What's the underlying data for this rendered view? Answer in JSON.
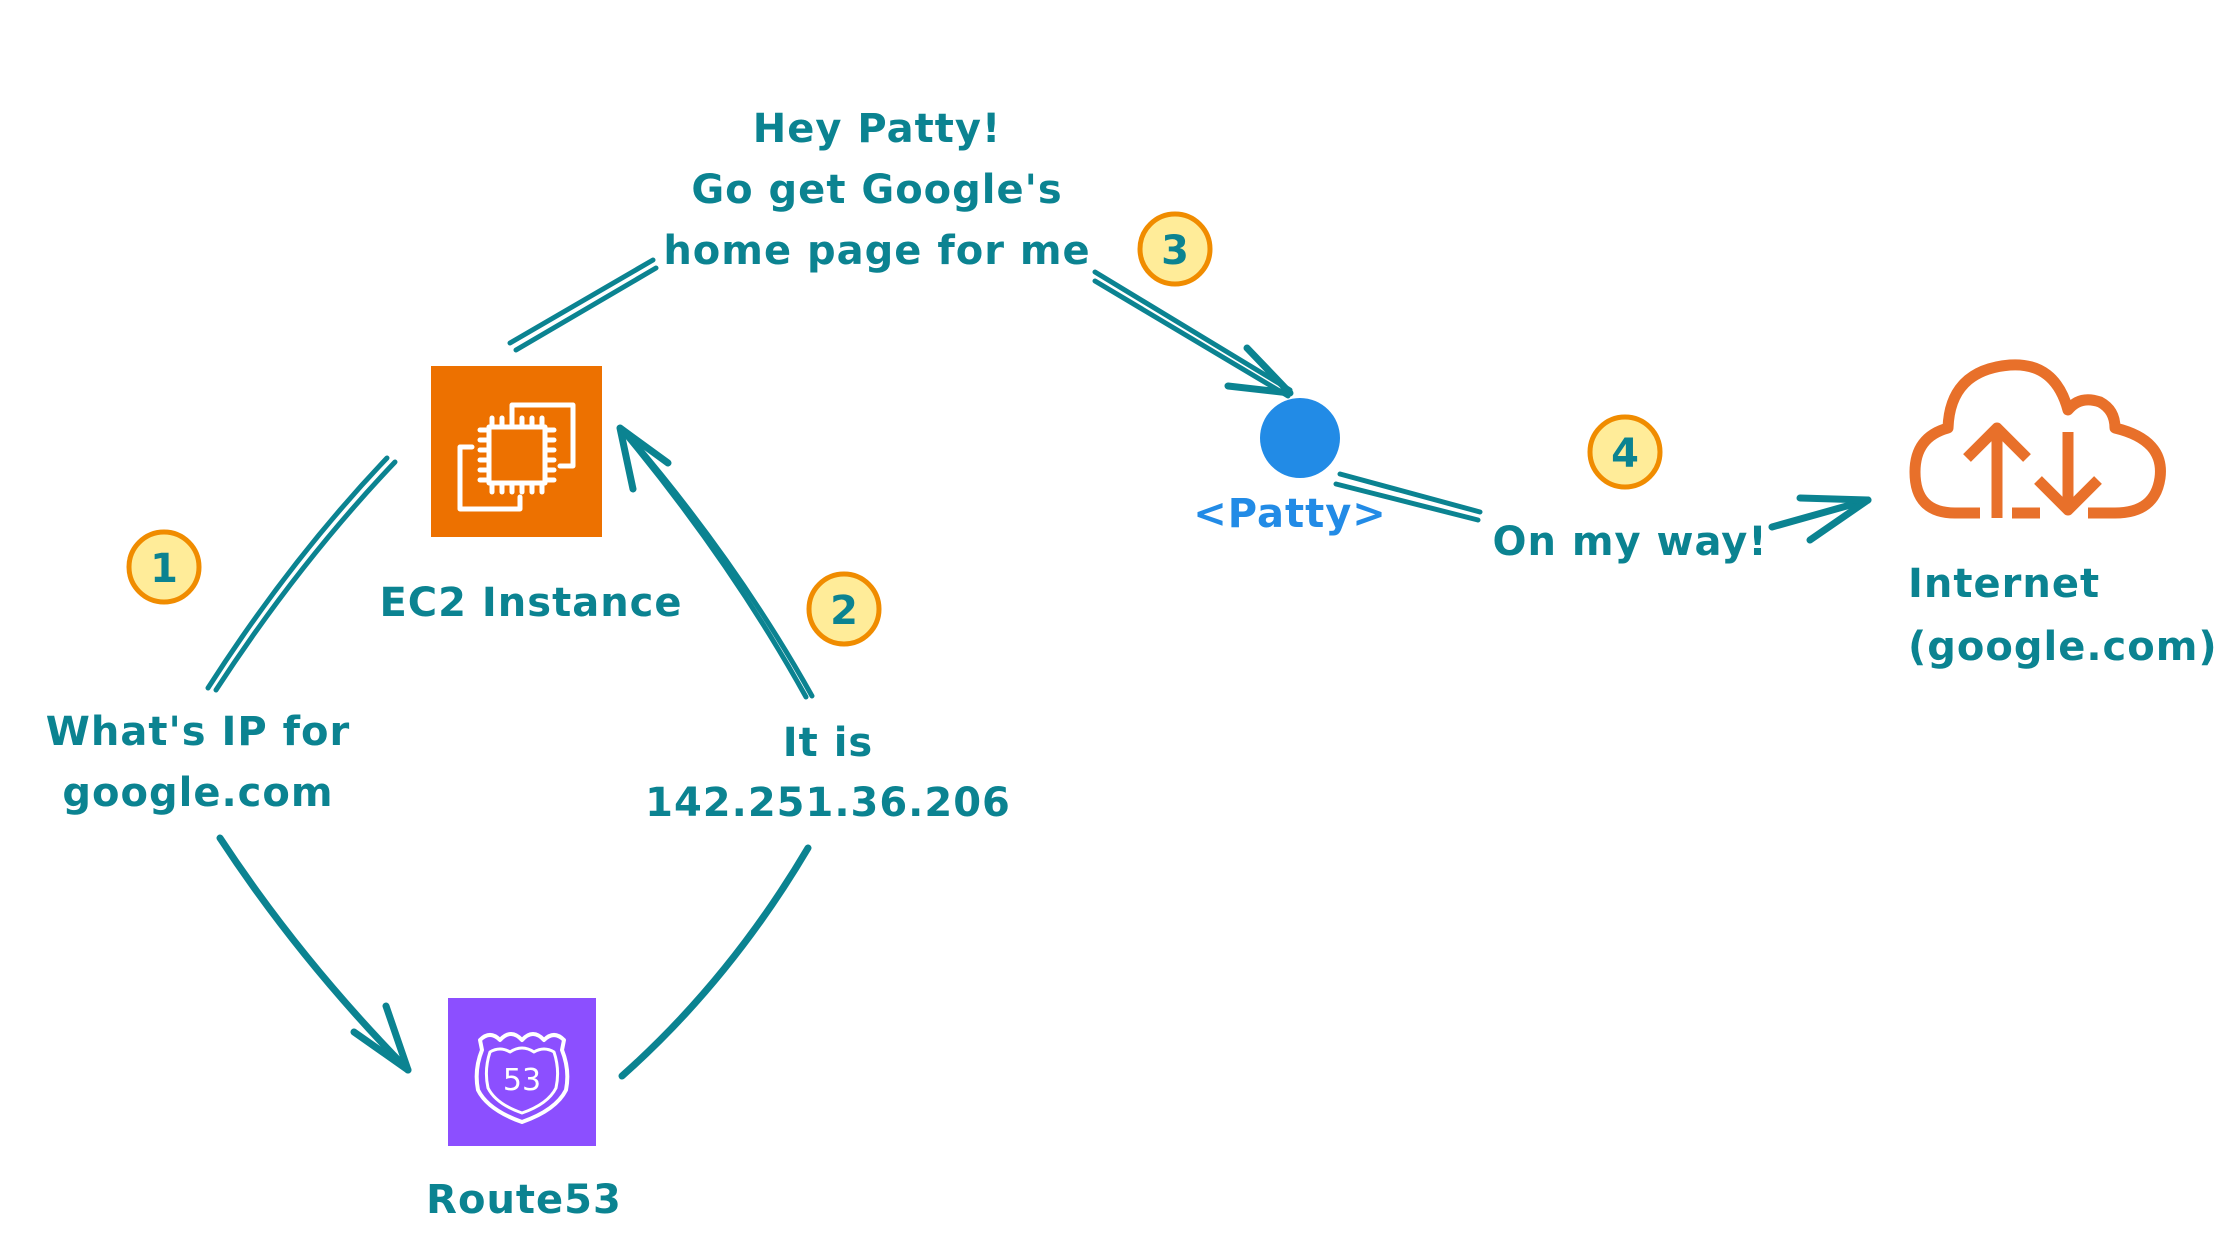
{
  "diagram": {
    "colors": {
      "text": "#0b8391",
      "patty": "#228be6",
      "ec2": "#ed7100",
      "route53": "#8c4fff",
      "internet": "#e8702a",
      "badge_fill": "#ffec99",
      "badge_stroke": "#f08c00"
    },
    "nodes": {
      "ec2": {
        "label": "EC2 Instance",
        "icon": "ec2-chip-icon"
      },
      "route53": {
        "label": "Route53",
        "icon": "route53-shield-icon",
        "shield_text": "53"
      },
      "patty": {
        "label": "<Patty>",
        "icon": "circle-dot"
      },
      "internet": {
        "label_line1": "Internet",
        "label_line2": "(google.com)",
        "icon": "cloud-upload-download-icon"
      }
    },
    "steps": [
      {
        "number": "1",
        "message_lines": [
          "What's IP for",
          "google.com"
        ]
      },
      {
        "number": "2",
        "message_lines": [
          "It is",
          "142.251.36.206"
        ]
      },
      {
        "number": "3",
        "message_lines": [
          "Hey Patty!",
          "Go get Google's",
          "home page for me"
        ]
      },
      {
        "number": "4",
        "message_lines": [
          "On my way!"
        ]
      }
    ]
  }
}
